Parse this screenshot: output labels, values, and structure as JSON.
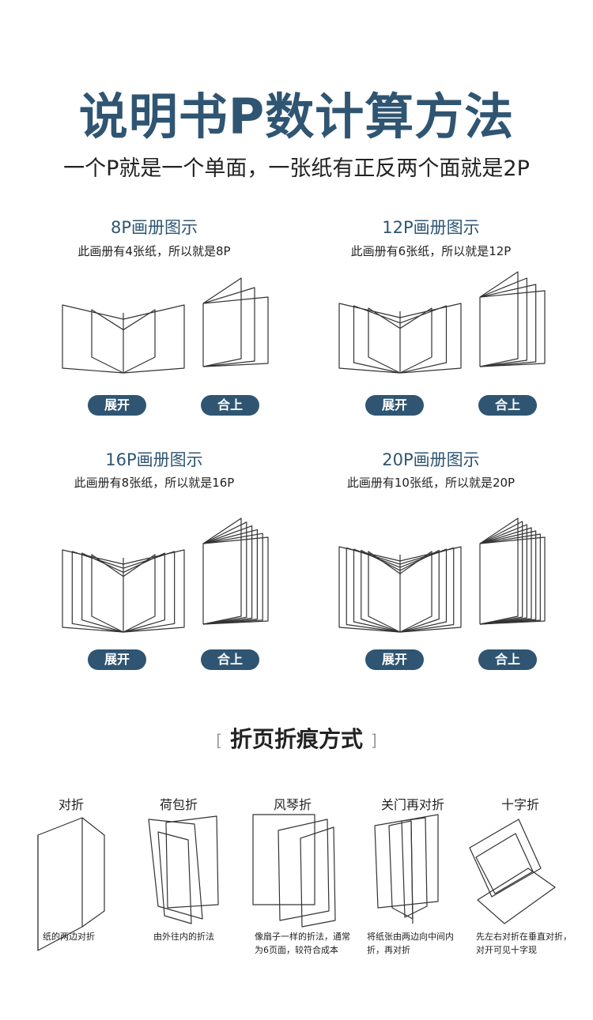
{
  "header": {
    "title": "说明书P数计算方法",
    "subtitle": "一个P就是一个单面，一张纸有正反两个面就是2P"
  },
  "albums": [
    {
      "title": "8P画册图示",
      "desc": "此画册有4张纸，所以就是8P",
      "open_label": "展开",
      "close_label": "合上",
      "sheets": 4
    },
    {
      "title": "12P画册图示",
      "desc": "此画册有6张纸，所以就是12P",
      "open_label": "展开",
      "close_label": "合上",
      "sheets": 6
    },
    {
      "title": "16P画册图示",
      "desc": "此画册有8张纸，所以就是16P",
      "open_label": "展开",
      "close_label": "合上",
      "sheets": 8
    },
    {
      "title": "20P画册图示",
      "desc": "此画册有10张纸，所以就是20P",
      "open_label": "展开",
      "close_label": "合上",
      "sheets": 10
    }
  ],
  "fold_section": {
    "heading": "折页折痕方式",
    "bracket_left": "[",
    "bracket_right": "]",
    "methods": [
      {
        "name": "对折",
        "desc": "纸的两边对折"
      },
      {
        "name": "荷包折",
        "desc": "由外往内的折法"
      },
      {
        "name": "风琴折",
        "desc": "像扇子一样的折法，通常为6页面，较符合成本"
      },
      {
        "name": "关门再对折",
        "desc": "将纸张由两边向中间内折，再对折"
      },
      {
        "name": "十字折",
        "desc": "先左右对折在垂直对折，对开可见十字现"
      }
    ]
  }
}
